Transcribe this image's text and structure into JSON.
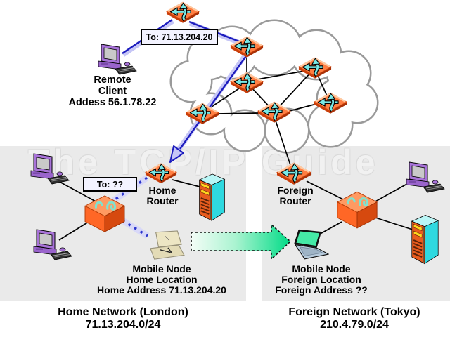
{
  "watermark": "The TCP/IP Guide",
  "annotations": {
    "to_remote_address": "To: 71.13.204.20",
    "to_unknown_address": "To: ??"
  },
  "remote_client": {
    "lines": [
      "Remote",
      "Client",
      "Addess 56.1.78.22"
    ]
  },
  "home_network": {
    "router_label": {
      "lines": [
        "Home",
        "Router"
      ]
    },
    "mobile_node_label": {
      "lines": [
        "Mobile Node",
        "Home Location",
        "Home Address 71.13.204.20"
      ]
    },
    "caption": {
      "lines": [
        "Home Network (London)",
        "71.13.204.0/24"
      ]
    }
  },
  "foreign_network": {
    "router_label": {
      "lines": [
        "Foreign",
        "Router"
      ]
    },
    "mobile_node_label": {
      "lines": [
        "Mobile Node",
        "Foreign Location",
        "Foreign Address ??"
      ]
    },
    "caption": {
      "lines": [
        "Foreign Network (Tokyo)",
        "210.4.79.0/24"
      ]
    }
  },
  "icons": {
    "router": "router-icon",
    "switch": "switch-hub-icon",
    "desktop": "desktop-computer-icon",
    "server": "server-icon",
    "laptop": "laptop-icon",
    "ghost_laptop": "ghost-laptop-icon",
    "cloud": "internet-cloud"
  },
  "colors": {
    "panel_gray": "#eaeaea",
    "cloud_border": "#9a9a9a",
    "router_orange": "#ff7e42",
    "arrow_dark_blue": "#1d1dbe",
    "arrow_light_blue": "#c6c6f6",
    "dotted_path_blue": "#2b35cc",
    "green_arrow": "#00db86",
    "teal_accent": "#79e9e6"
  }
}
